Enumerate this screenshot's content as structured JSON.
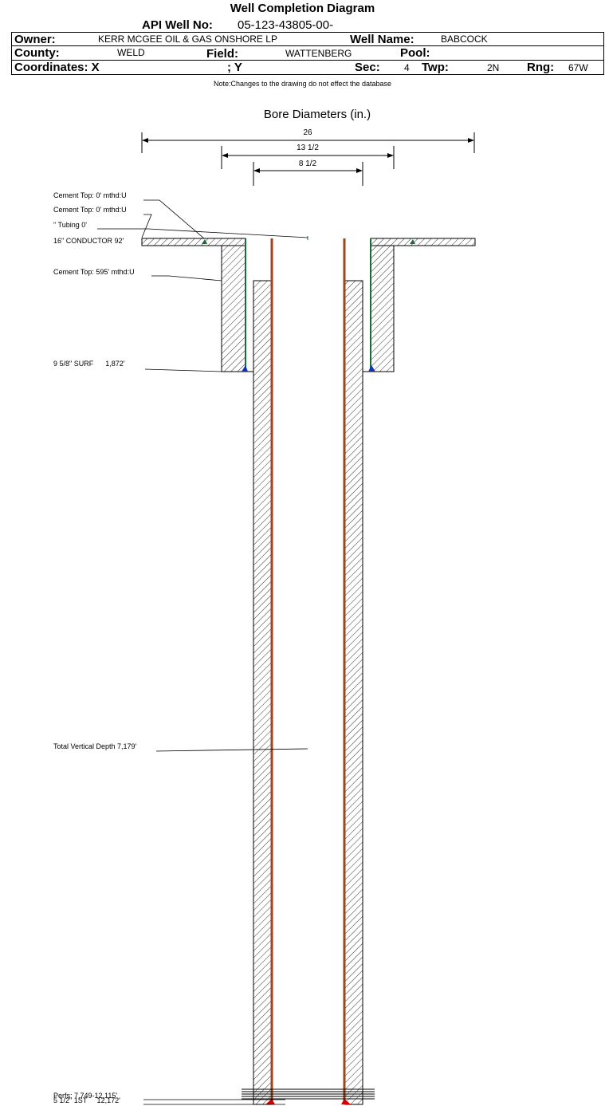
{
  "header": {
    "title": "Well Completion Diagram",
    "api_label": "API Well No:",
    "api_value": "05-123-43805-00-",
    "owner_label": "Owner:",
    "owner_value": "KERR MCGEE OIL & GAS ONSHORE LP",
    "well_name_label": "Well Name:",
    "well_name_value": "BABCOCK",
    "county_label": "County:",
    "county_value": "WELD",
    "field_label": "Field:",
    "field_value": "WATTENBERG",
    "pool_label": "Pool:",
    "coords_label": "Coordinates: X",
    "y_label": "; Y",
    "sec_label": "Sec:",
    "sec_value": "4",
    "twp_label": "Twp:",
    "twp_value": "2N",
    "rng_label": "Rng:",
    "rng_value": "67W"
  },
  "note": "Note:Changes to the drawing do not effect the database",
  "diagram": {
    "bore_title": "Bore Diameters (in.)",
    "diameters": [
      "26",
      "13 1/2",
      "8 1/2"
    ],
    "labels": {
      "cement_top_1": "Cement Top: 0' mthd:U",
      "cement_top_2": "Cement Top: 0' mthd:U",
      "tubing": "\" Tubing 0'",
      "conductor": "16\" CONDUCTOR  92'",
      "cement_top_595": "Cement Top: 595' mthd:U",
      "surface_casing": "9 5/8\" SURF      1,872'",
      "tvd": "Total Vertical Depth 7,179'",
      "perfs": "Perfs: 7,749-12,115'",
      "production_casing": "5 1/2\" 1ST     12,172'"
    },
    "colors": {
      "casing_green": "#1a6b3a",
      "tubing_brown": "#a0461a",
      "cement_blue": "#1030c0",
      "shoe_red": "#d00000"
    }
  }
}
